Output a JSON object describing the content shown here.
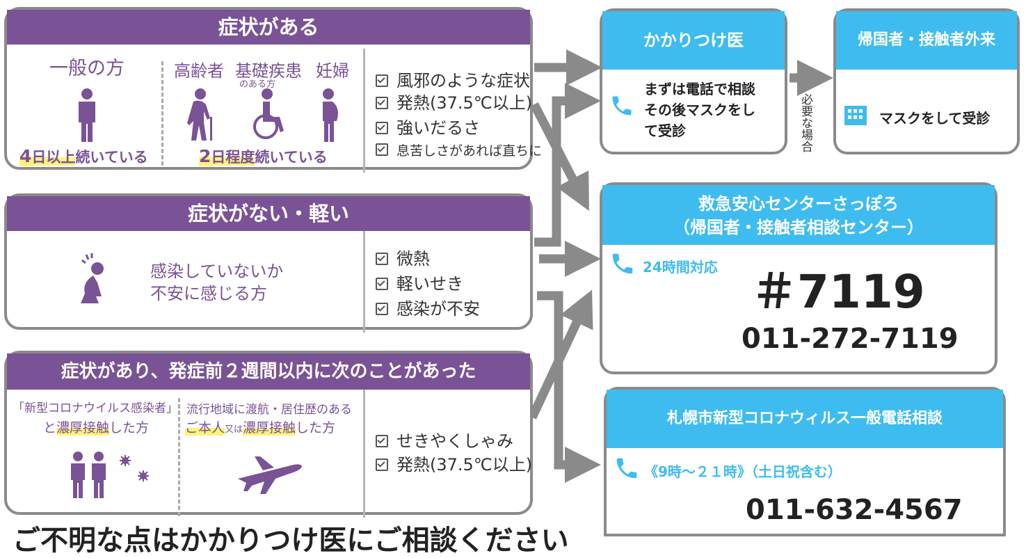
{
  "panel1": {
    "title": "症状がある",
    "col1": {
      "heading": "一般の方",
      "caption_num": "4",
      "caption_hl": "日以上",
      "caption_rest": "続いている"
    },
    "col2": {
      "h1": "高齢者",
      "h2": "基礎疾患",
      "h2_sub": "のある方",
      "h3": "妊婦",
      "caption_num": "2",
      "caption_hl": "日程度",
      "caption_rest": "続いている"
    },
    "checks": [
      "風邪のような症状",
      "発熱(37.5℃以上)",
      "強いだるさ",
      "息苦しさがあれば直ちに"
    ]
  },
  "panel2": {
    "title": "症状がない・軽い",
    "text_line1": "感染していないか",
    "text_line2": "不安に感じる方",
    "checks": [
      "微熱",
      "軽いせき",
      "感染が不安"
    ]
  },
  "panel3": {
    "title": "症状があり、発症前２週間以内に次のことがあった",
    "left_line1": "「新型コロナウイルス感染者」",
    "left_line2_a": "と",
    "left_line2_hl": "濃厚接触",
    "left_line2_b": "した方",
    "mid_line1": "流行地域に渡航・居住歴のある",
    "mid_line2_hl1": "ご本人",
    "mid_line2_small": "又は",
    "mid_line2_hl2": "濃厚接触",
    "mid_line2_b": "した方",
    "checks": [
      "せきやくしゃみ",
      "発熱(37.5℃以上)"
    ]
  },
  "doctor": {
    "title": "かかりつけ医",
    "line1": "まずは電話で相談",
    "line2": "その後マスクをし",
    "line3": "て受診"
  },
  "returnee": {
    "title": "帰国者・接触者外来",
    "text": "マスクをして受診"
  },
  "vertical_note": "必要な場合",
  "emergency": {
    "title1": "救急安心センターさっぽろ",
    "title2": "（帰国者・接触者相談センター）",
    "hours": "24時間対応",
    "short_number": "＃7119",
    "phone": "011-272-7119"
  },
  "city": {
    "title": "札幌市新型コロナウィルス一般電話相談",
    "hours": "《9時～２１時》（土日祝含む）",
    "phone": "011-632-4567"
  },
  "footer": "ご不明な点はかかりつけ医にご相談ください",
  "colors": {
    "purple": "#7a5296",
    "blue": "#3ebcf0",
    "gray": "#8a8a8a",
    "highlight": "#fff27a"
  },
  "icons": [
    "person-icon",
    "elderly-icon",
    "wheelchair-icon",
    "pregnant-icon",
    "worried-person-icon",
    "two-people-icon",
    "virus-icon",
    "airplane-icon",
    "phone-icon",
    "building-icon",
    "arrow-icon"
  ]
}
